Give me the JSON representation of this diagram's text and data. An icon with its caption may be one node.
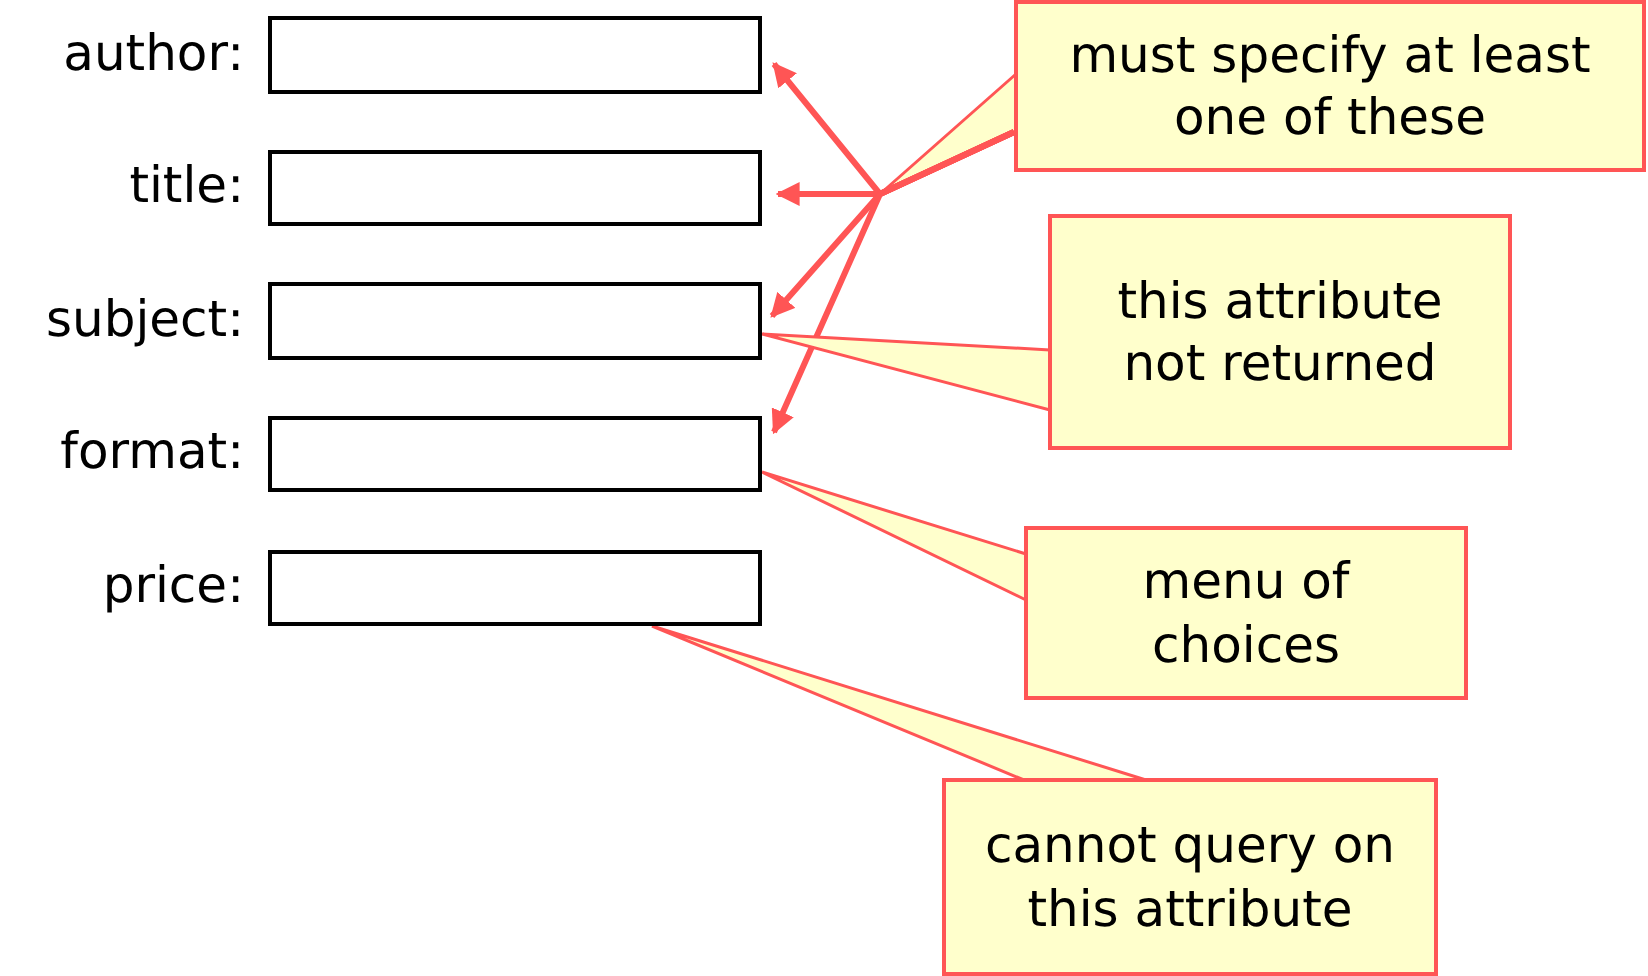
{
  "diagram": {
    "nodes": [
      {
        "text": [],
        "shape": "box",
        "beside": [
          "author:"
        ]
      },
      {
        "text": [],
        "shape": "box",
        "beside": [
          "title:"
        ]
      },
      {
        "text": [],
        "shape": "box",
        "beside": [
          "subject:"
        ]
      },
      {
        "text": [],
        "shape": "box",
        "beside": [
          "format:"
        ]
      },
      {
        "text": [],
        "shape": "box",
        "beside": [
          "price:"
        ]
      },
      {
        "text": [
          "must specify at least one of these"
        ]
      },
      {
        "text": [
          "this attribute not returned"
        ]
      },
      {
        "text": [
          "menu of choices"
        ]
      },
      {
        "text": [
          "cannot query on this attribute"
        ]
      }
    ],
    "edges": [
      {
        "from": 5,
        "to": 0,
        "arrow": "to"
      },
      {
        "from": 5,
        "to": 1,
        "arrow": "to"
      },
      {
        "from": 5,
        "to": 2,
        "arrow": "to"
      },
      {
        "from": 5,
        "to": 3,
        "arrow": "to"
      },
      {
        "from": 6,
        "to": 2,
        "arrow": "none"
      },
      {
        "from": 7,
        "to": 3,
        "arrow": "none"
      },
      {
        "from": 8,
        "to": 4,
        "arrow": "none"
      }
    ]
  }
}
